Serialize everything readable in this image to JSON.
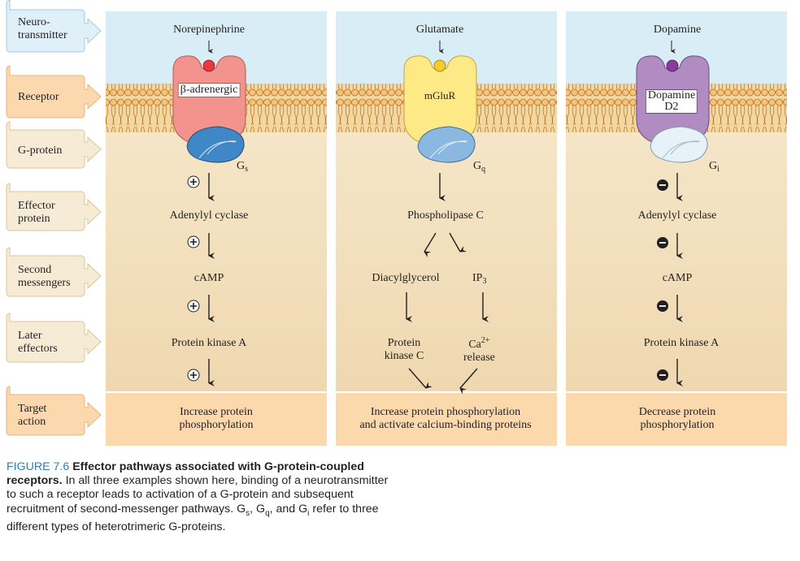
{
  "row_labels": [
    "Neuro-\ntransmitter",
    "Receptor",
    "G-protein",
    "Effector\nprotein",
    "Second\nmessengers",
    "Later\neffectors",
    "Target\naction"
  ],
  "panels": [
    {
      "neurotransmitter": "Norepinephrine",
      "receptor": "β-adrenergic",
      "gprotein_main": "G",
      "gprotein_sub": "s",
      "effector": "Adenylyl cyclase",
      "second_messenger": "cAMP",
      "later_effector": "Protein kinase A",
      "target": "Increase protein\nphosphorylation",
      "sign": "+",
      "ligand_color": "#e8393d",
      "receptor_color": "#f08f8c",
      "gprotein_color": "#3f87c7"
    },
    {
      "neurotransmitter": "Glutamate",
      "receptor": "mGluR",
      "gprotein_main": "G",
      "gprotein_sub": "q",
      "effector": "Phospholipase C",
      "second_messenger_a": "Diacylglycerol",
      "second_messenger_b": "IP",
      "second_messenger_b_sub": "3",
      "later_effector_a": "Protein\nkinase C",
      "later_effector_b": "Ca",
      "later_effector_b_sup": "2+",
      "later_effector_b2": "release",
      "target": "Increase protein phosphorylation\nand activate calcium-binding proteins",
      "ligand_color": "#f5cc2a",
      "receptor_color": "#fde986",
      "gprotein_color": "#8ab8e0"
    },
    {
      "neurotransmitter": "Dopamine",
      "receptor": "Dopamine\nD2",
      "gprotein_main": "G",
      "gprotein_sub": "i",
      "effector": "Adenylyl cyclase",
      "second_messenger": "cAMP",
      "later_effector": "Protein kinase A",
      "target": "Decrease protein\nphosphorylation",
      "sign": "−",
      "ligand_color": "#8a3c9b",
      "receptor_color": "#b08cc3",
      "gprotein_color": "#d6e8f3"
    }
  ],
  "caption": {
    "figure": "FIGURE 7.6",
    "title": "Effector pathways associated with G-protein-coupled receptors.",
    "body_1": "In all three examples shown here, binding of a neurotransmitter to such a receptor leads to activation of a G-protein and subsequent recruitment of second-messenger pathways. G",
    "s": "s",
    "comma1": ", G",
    "q": "q",
    "comma2": ", and G",
    "i": "i",
    "body_2": " refer to three different types of heterotrimeric G-proteins."
  },
  "colors": {
    "label_box_blue": "#dff0f8",
    "label_box_beige": "#f6ecd6",
    "label_box_orange": "#fbd8ae",
    "panel_top": "#dbeef6",
    "panel_bottom": "#f0dcb8",
    "membrane": "#eab06a",
    "target_band": "#fcd8ad"
  }
}
